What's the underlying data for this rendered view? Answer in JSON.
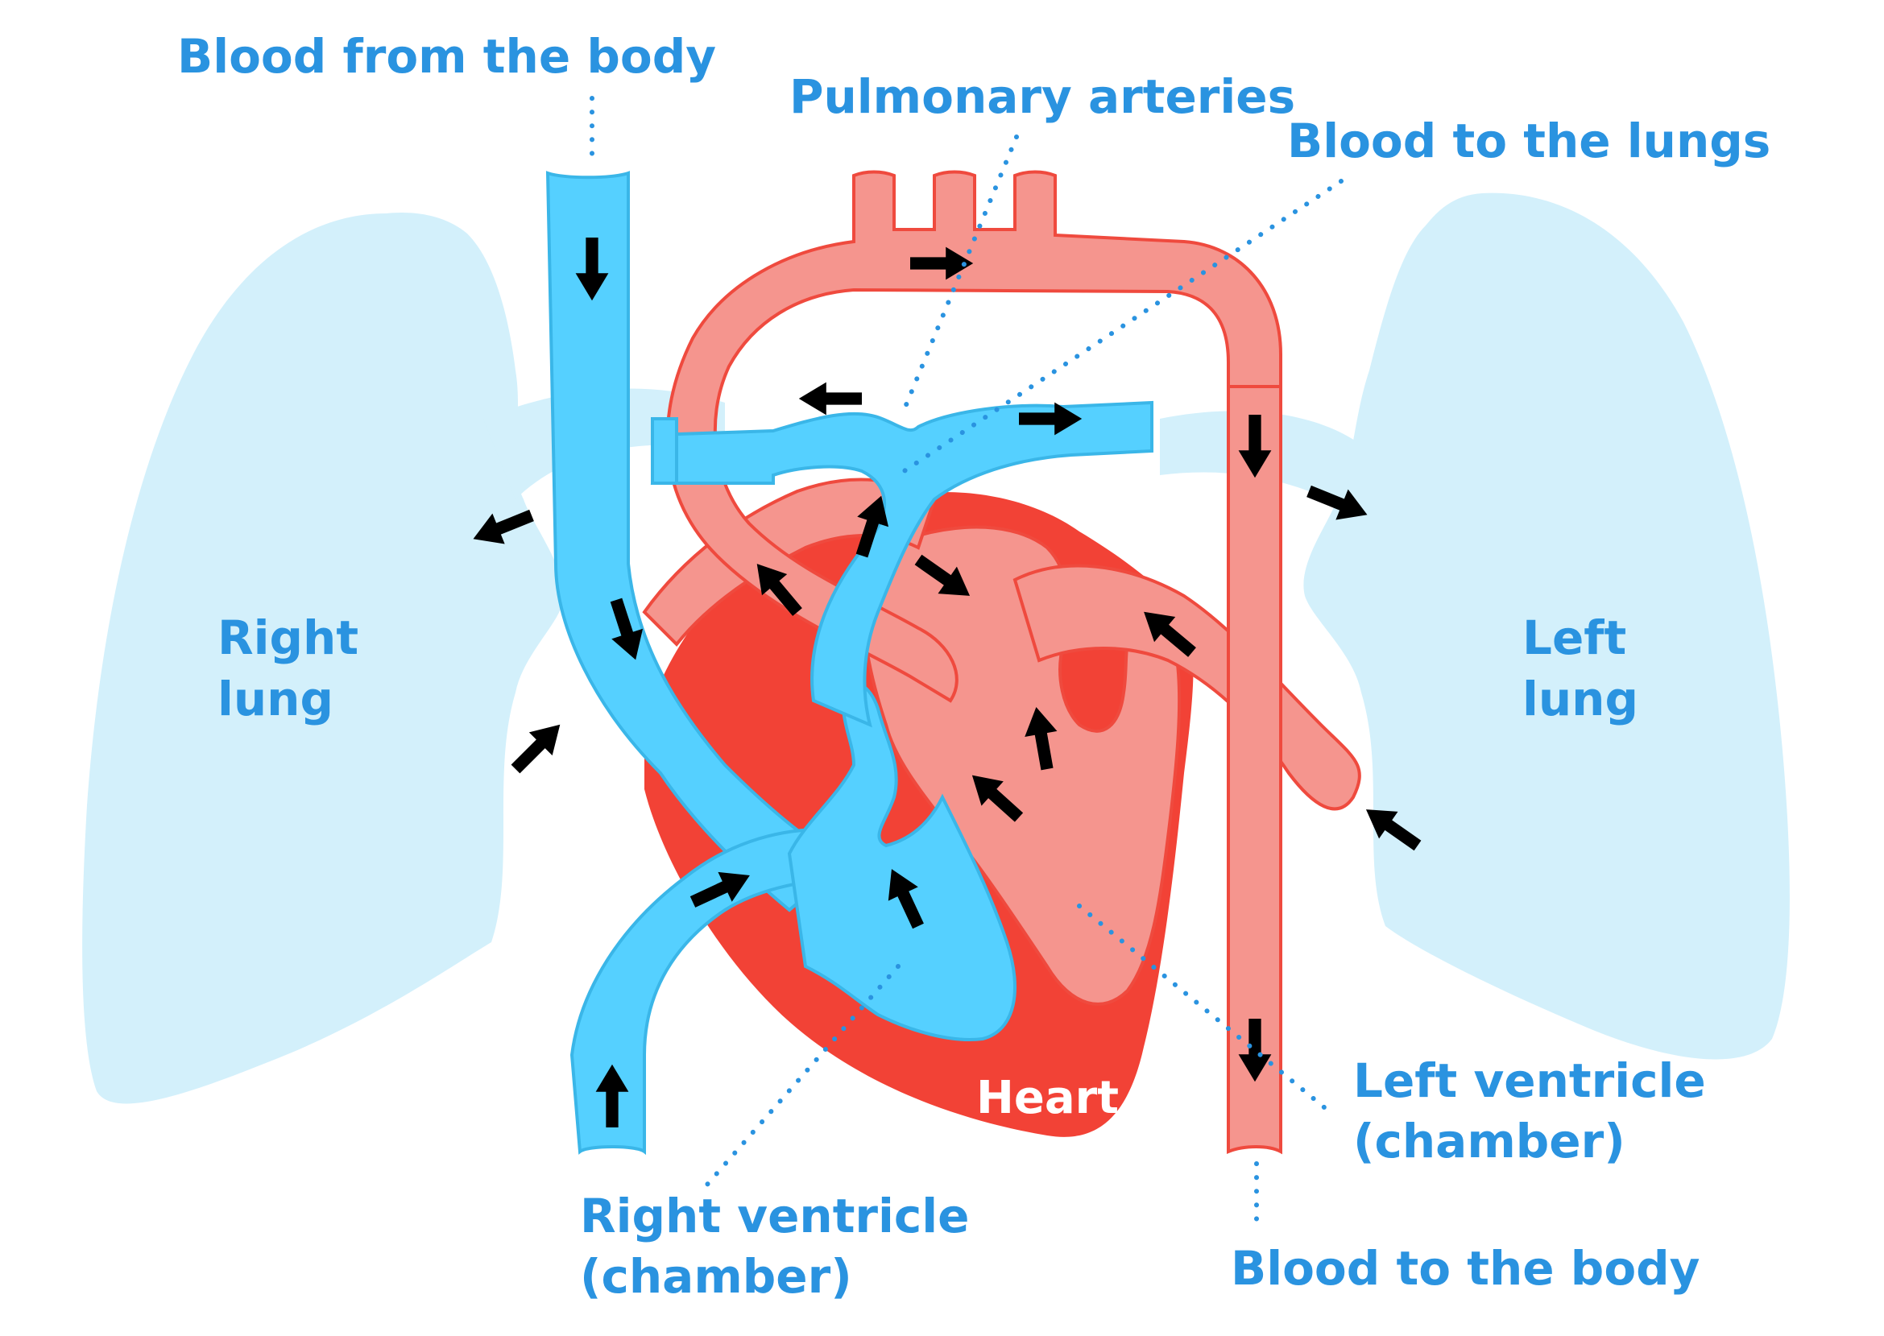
{
  "colors": {
    "lung_fill": "#d3f0fb",
    "deoxygenated_blood": "#55d0ff",
    "deoxygenated_outline": "#3ab6e8",
    "oxygenated_blood": "#f5958e",
    "oxygenated_outline": "#ef4a3e",
    "heart_muscle": "#f24236",
    "label_text": "#2a93e0",
    "arrow": "#ffffff"
  },
  "labels": {
    "blood_from_body": "Blood from the body",
    "pulmonary_arteries": "Pulmonary arteries",
    "blood_to_lungs": "Blood to the lungs",
    "right_lung_line1": "Right",
    "right_lung_line2": "lung",
    "left_lung_line1": "Left",
    "left_lung_line2": "lung",
    "heart": "Heart",
    "left_ventricle_line1": "Left ventricle",
    "left_ventricle_line2": "(chamber)",
    "right_ventricle_line1": "Right ventricle",
    "right_ventricle_line2": "(chamber)",
    "blood_to_body": "Blood to the body"
  },
  "icons": {
    "flow_arrow": "white-arrow"
  }
}
